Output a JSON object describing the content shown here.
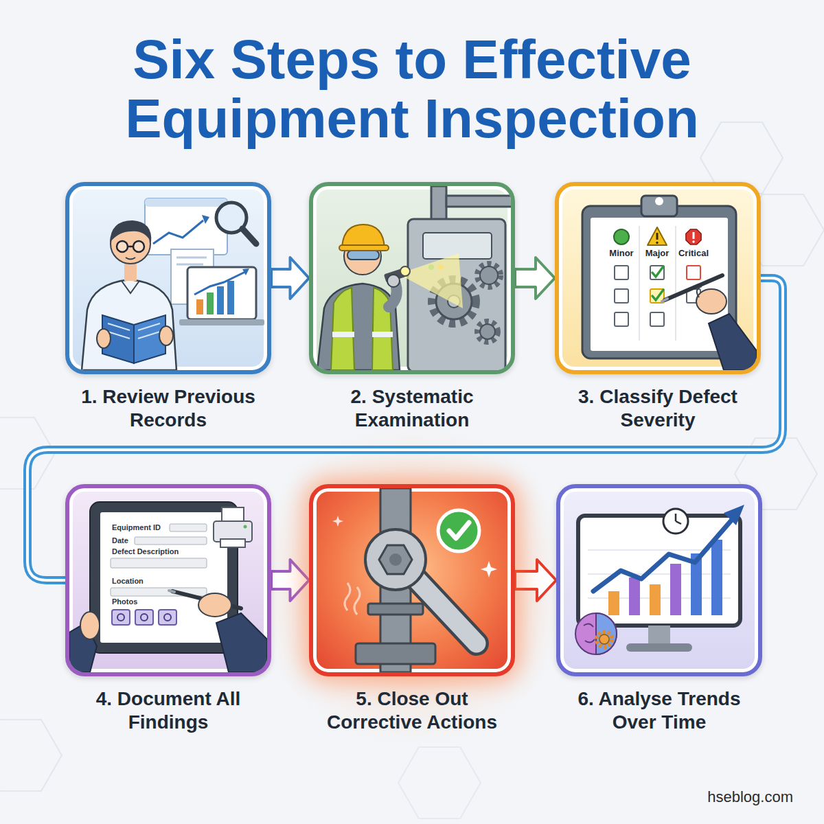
{
  "diagram": {
    "title": "Six Steps to Effective Equipment Inspection",
    "nodes": [
      {
        "text": [
          "1. Review Previous Records"
        ]
      },
      {
        "text": [
          "2. Systematic Examination"
        ]
      },
      {
        "text": [
          "3. Classify Defect Severity"
        ]
      },
      {
        "text": [
          "4. Document All Findings"
        ]
      },
      {
        "text": [
          "5. Close Out Corrective Actions"
        ]
      },
      {
        "text": [
          "6. Analyse Trends Over Time"
        ]
      }
    ],
    "edges": [
      {
        "from": 0,
        "to": 1,
        "arrow": "to"
      },
      {
        "from": 1,
        "to": 2,
        "arrow": "to"
      },
      {
        "from": 2,
        "to": 3,
        "arrow": "none"
      },
      {
        "from": 3,
        "to": 4,
        "arrow": "to"
      },
      {
        "from": 4,
        "to": 5,
        "arrow": "to"
      }
    ],
    "labels": [
      "Minor",
      "Major",
      "Critical",
      "Equipment ID",
      "Date",
      "Defect Description",
      "Location",
      "Photos",
      "hseblog.com"
    ]
  }
}
